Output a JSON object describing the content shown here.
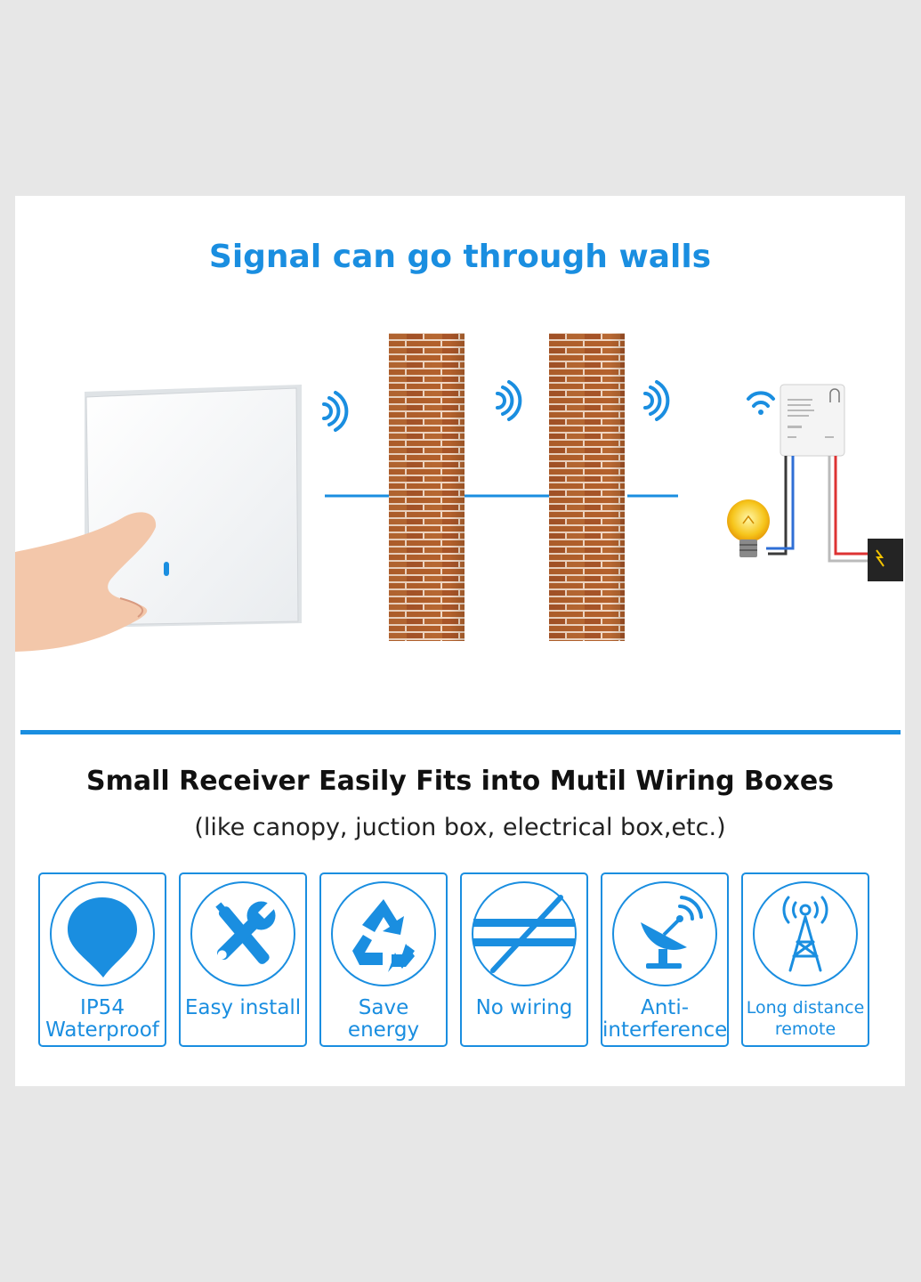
{
  "title": "Signal can go through walls",
  "heading": "Small Receiver Easily Fits into Mutil Wiring Boxes",
  "subheading": "(like canopy, juction box, electrical box,etc.)",
  "colors": {
    "accent": "#1a8ee0",
    "brick": "#b4612c",
    "mortar": "#f1d7c3"
  },
  "features": [
    {
      "label": "IP54\nWaterproof",
      "icon": "water-drop-icon"
    },
    {
      "label": "Easy install",
      "icon": "tools-icon"
    },
    {
      "label": "Save energy",
      "icon": "recycle-icon"
    },
    {
      "label": "No wiring",
      "icon": "no-wiring-icon"
    },
    {
      "label": "Anti-\ninterference",
      "icon": "satellite-dish-icon"
    },
    {
      "label": "Long distance\nremote",
      "icon": "signal-tower-icon"
    }
  ]
}
